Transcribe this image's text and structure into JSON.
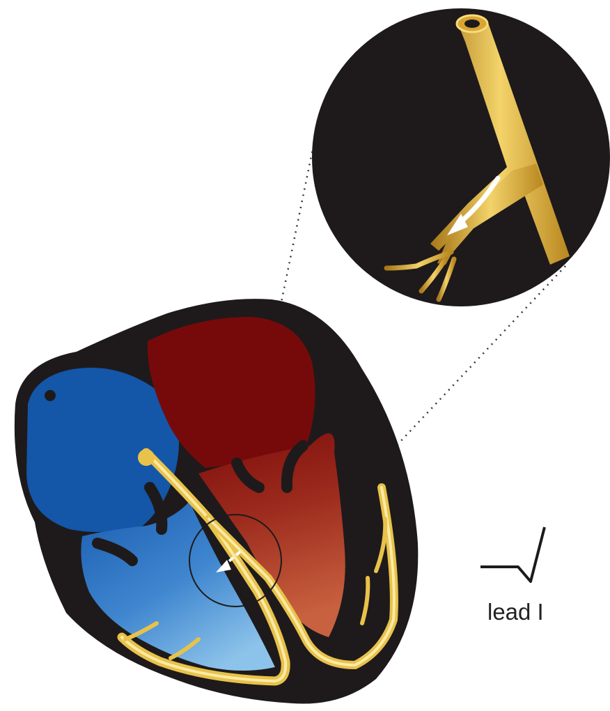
{
  "labels": {
    "lead": "lead I"
  },
  "colors": {
    "background": "#ffffff",
    "heart_outline": "#1e1a1b",
    "right_heart": "#1256a8",
    "left_atrium": "#7a0b0b",
    "left_ventricle_gradient_top": "#8a1410",
    "left_ventricle_gradient_bottom": "#c65a3a",
    "conduction_system": "#e8c24a",
    "conduction_highlight": "#fbeaa5",
    "depolarization_arrow": "#ffffff",
    "ecg_trace": "#1e1a1b"
  },
  "icons": {
    "zoom_inset": "magnified-bundle-branch",
    "arrow": "depolarization-direction-arrow"
  }
}
